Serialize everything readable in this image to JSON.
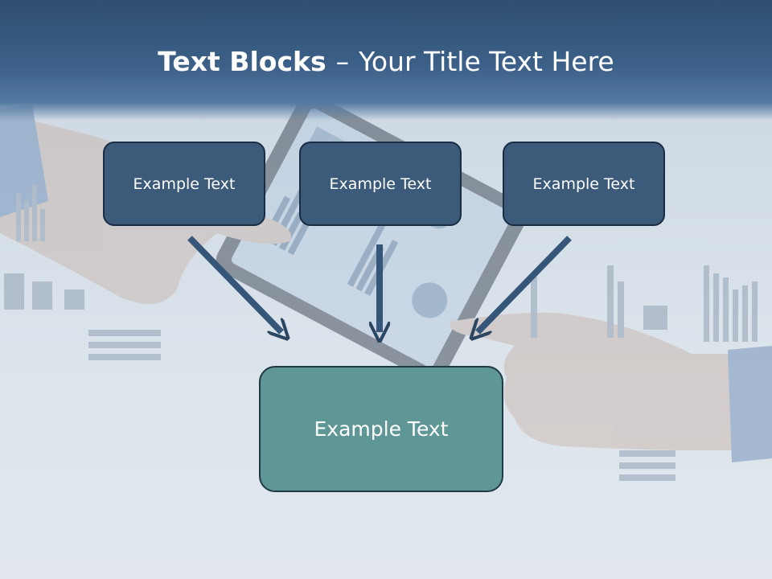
{
  "title": {
    "bold": "Text Blocks",
    "dash": "–",
    "rest": "Your Title Text Here"
  },
  "blocks": [
    {
      "label": "Example Text"
    },
    {
      "label": "Example Text"
    },
    {
      "label": "Example Text"
    }
  ],
  "result": {
    "label": "Example Text"
  },
  "colors": {
    "header": "#3c6088",
    "top_box": "#3c5a7a",
    "bottom_box": "#5f9696",
    "arrow": "#355678"
  }
}
